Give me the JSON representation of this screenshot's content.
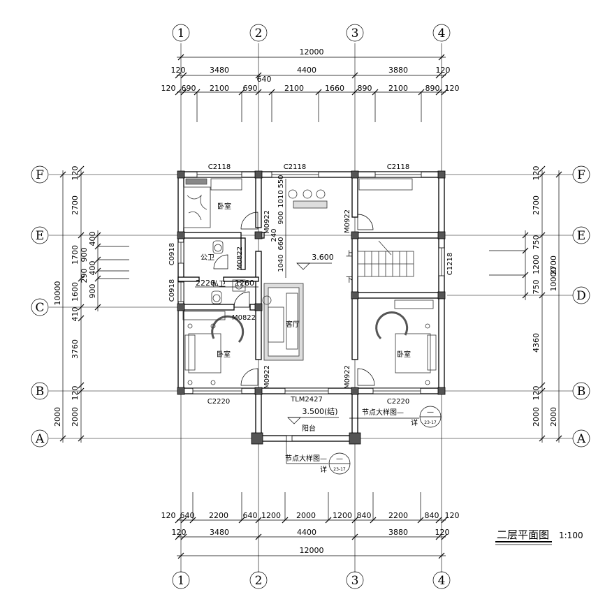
{
  "title": {
    "text": "二层平面图",
    "scale": "1:100"
  },
  "axes": {
    "vertical": [
      "1",
      "2",
      "3",
      "4"
    ],
    "horizontal": [
      "F",
      "E",
      "D",
      "C",
      "B",
      "A"
    ]
  },
  "top_dims": {
    "total": "12000",
    "row2": [
      "120",
      "3480",
      "4400",
      "3880",
      "120"
    ],
    "row3": [
      "120",
      "690",
      "2100",
      "690",
      "2100",
      "1660",
      "890",
      "2100",
      "890",
      "120"
    ],
    "extra": "640"
  },
  "bottom_dims": {
    "row1": [
      "120",
      "640",
      "2200",
      "640",
      "1200",
      "2000",
      "1200",
      "840",
      "2200",
      "840",
      "120"
    ],
    "row2": [
      "120",
      "3480",
      "4400",
      "3880",
      "120"
    ],
    "total": "12000"
  },
  "left_dims": {
    "total": "10000",
    "outer": [
      "120",
      "2700",
      "1700",
      "1600",
      "410",
      "3760",
      "120",
      "2000"
    ],
    "inner": [
      "2000",
      "400",
      "900",
      "400",
      "290",
      "900"
    ]
  },
  "right_dims": {
    "total": "10000",
    "outer": [
      "120",
      "2700",
      "2700",
      "4360",
      "120",
      "2000"
    ],
    "inner": [
      "750",
      "1200",
      "750",
      "2000"
    ]
  },
  "windows": [
    "C2118",
    "C2118",
    "C2118",
    "C2220",
    "C2220",
    "C0918",
    "C0918",
    "C1218",
    "TLM2427"
  ],
  "doors": [
    "M0922",
    "M0922",
    "M0822",
    "M0822",
    "M0922",
    "M0922"
  ],
  "rooms": {
    "bedroom": "卧室",
    "public_bath": "公卫",
    "private_bath": "私卫",
    "living": "客厅",
    "balcony": "阳台"
  },
  "stairs": {
    "up": "上",
    "down": "下"
  },
  "levels": {
    "floor": "3.600",
    "balcony": "3.500(结)"
  },
  "misc_dims": [
    "550",
    "1010",
    "900",
    "240",
    "660",
    "1040",
    "2220",
    "1260"
  ],
  "detail_callouts": {
    "text": "节点大样图—",
    "ref_top": "—",
    "ref_bottom": "23-17",
    "prefix": "详"
  }
}
